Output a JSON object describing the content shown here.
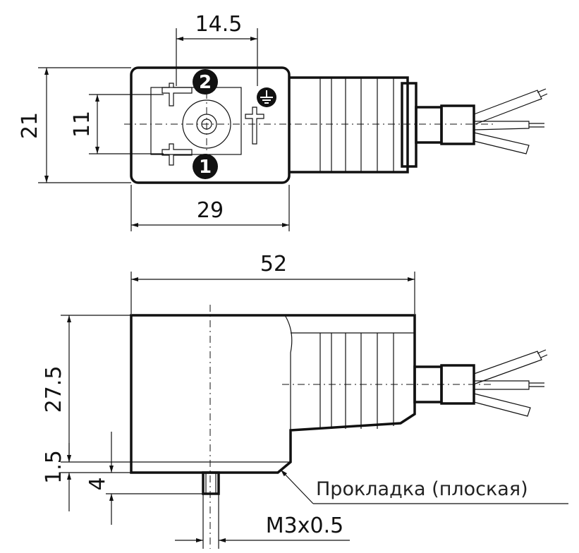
{
  "dimensions": {
    "pin_spacing": "14.5",
    "height_top": "21",
    "pin_vertical": "11",
    "width_top": "29",
    "length_side": "52",
    "height_side": "27.5",
    "gasket_thickness": "1.5",
    "screw_offset": "4",
    "screw_thread": "M3x0.5"
  },
  "pins": {
    "pin1": "1",
    "pin2": "2"
  },
  "labels": {
    "gasket": "Прокладка (плоская)"
  },
  "colors": {
    "line": "#111111",
    "background": "#ffffff"
  }
}
